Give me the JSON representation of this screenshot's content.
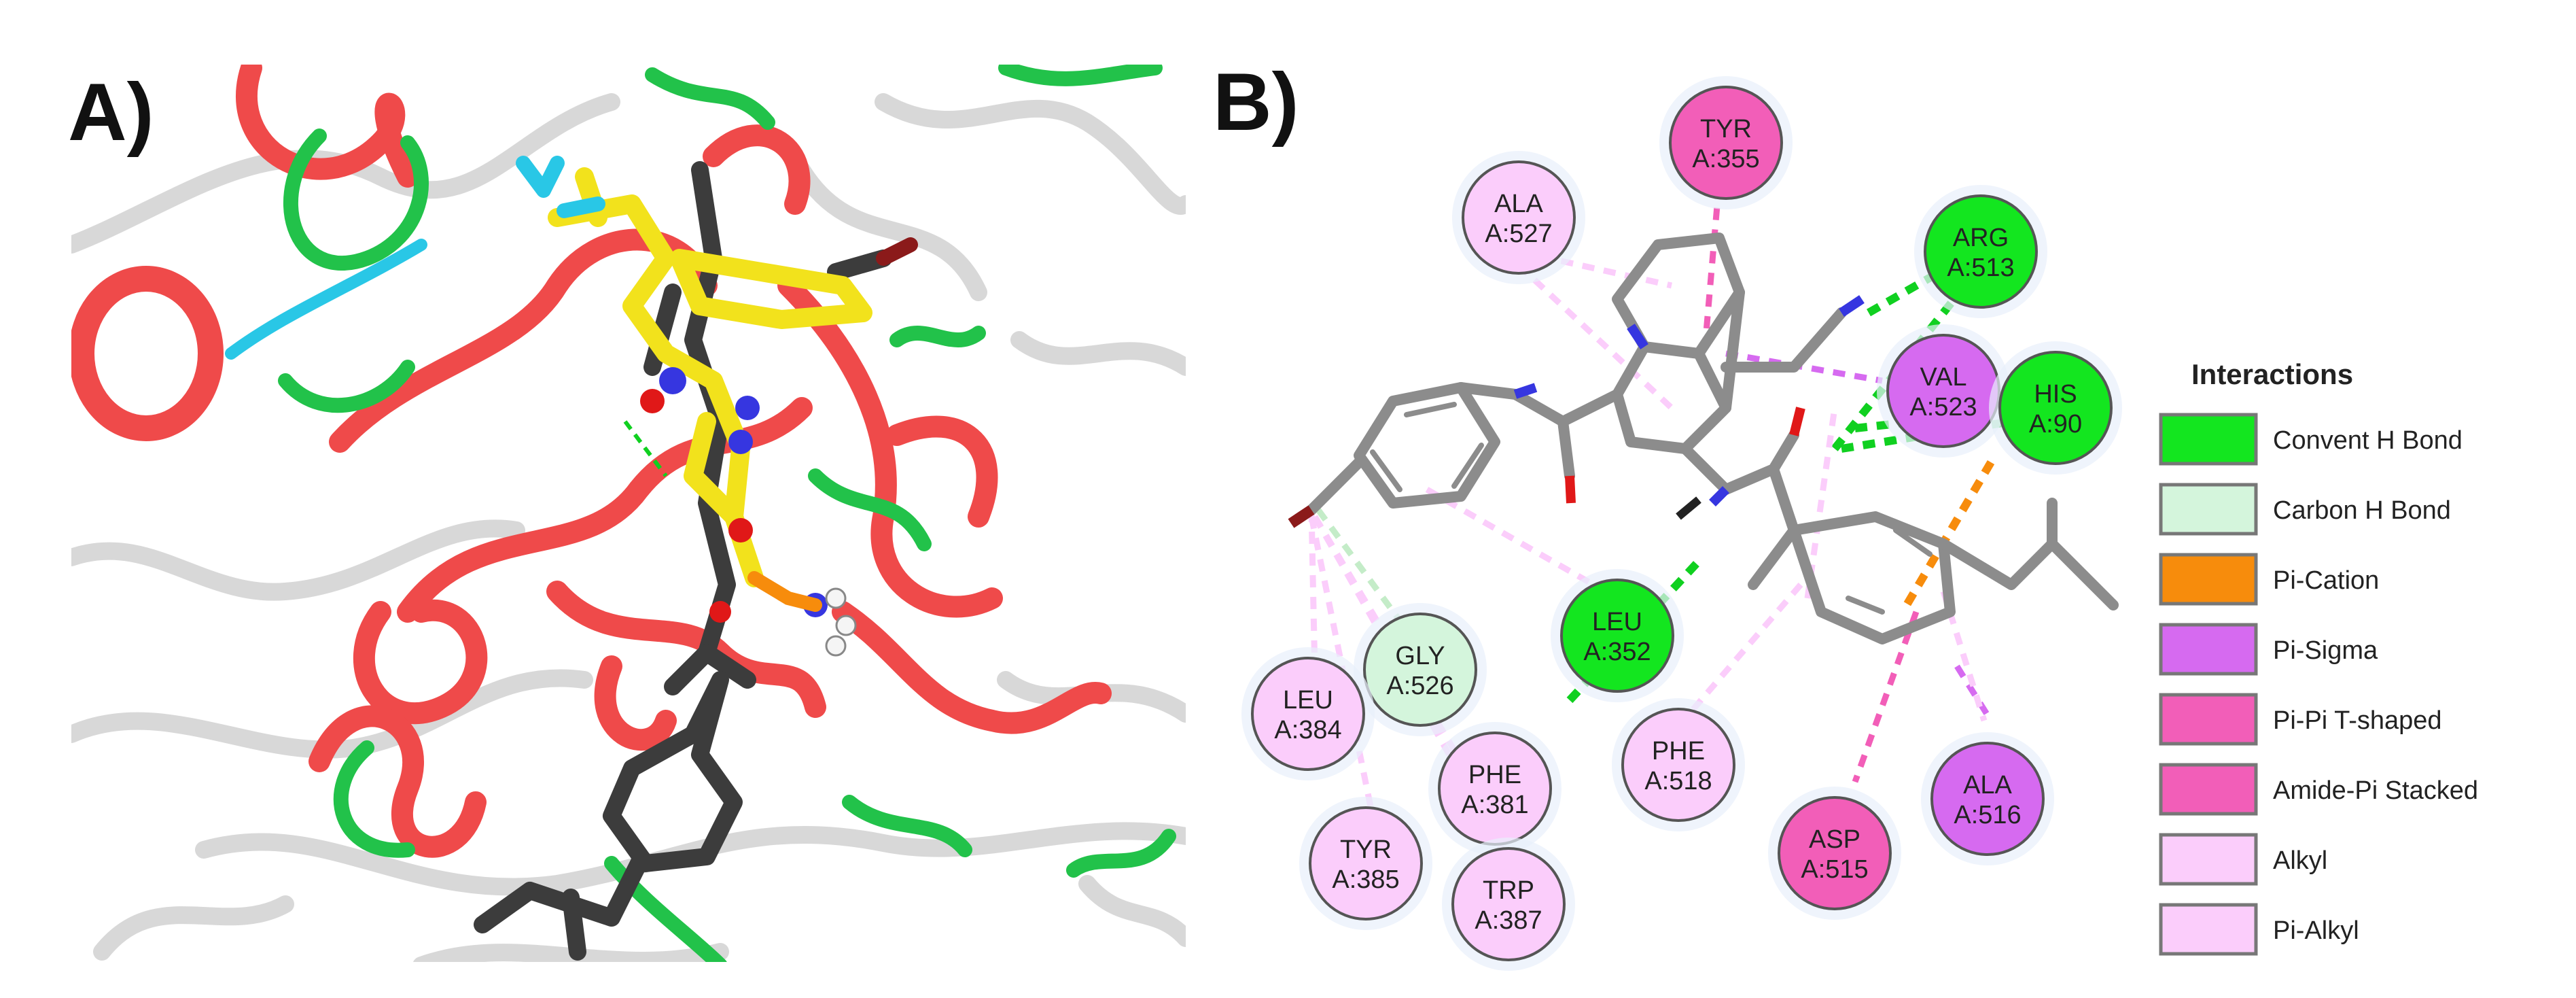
{
  "panels": {
    "a_label": "A)",
    "b_label": "B)"
  },
  "colors": {
    "helix": "#ef4a4a",
    "turn": "#22c24a",
    "coil": "#dcdcdc",
    "ligand_yellow": "#f2e21c",
    "ligand_dark": "#3c3c3c",
    "nitrogen": "#3636e0",
    "oxygen": "#e01818",
    "fluorine": "#29c7e6",
    "bond_gray": "#8c8c8c",
    "h_bond": "#10d020"
  },
  "residues": [
    {
      "name": "TYR",
      "id": "A:355",
      "type": "pi_pi"
    },
    {
      "name": "ALA",
      "id": "A:527",
      "type": "alkyl"
    },
    {
      "name": "ARG",
      "id": "A:513",
      "type": "conv_h"
    },
    {
      "name": "VAL",
      "id": "A:523",
      "type": "pi_sigma"
    },
    {
      "name": "HIS",
      "id": "A:90",
      "type": "conv_h"
    },
    {
      "name": "LEU",
      "id": "A:352",
      "type": "conv_h"
    },
    {
      "name": "GLY",
      "id": "A:526",
      "type": "carbon_h"
    },
    {
      "name": "LEU",
      "id": "A:384",
      "type": "alkyl"
    },
    {
      "name": "PHE",
      "id": "A:381",
      "type": "alkyl"
    },
    {
      "name": "TYR",
      "id": "A:385",
      "type": "alkyl"
    },
    {
      "name": "TRP",
      "id": "A:387",
      "type": "alkyl"
    },
    {
      "name": "PHE",
      "id": "A:518",
      "type": "alkyl"
    },
    {
      "name": "ASP",
      "id": "A:515",
      "type": "pi_pi"
    },
    {
      "name": "ALA",
      "id": "A:516",
      "type": "pi_sigma"
    }
  ],
  "legend": {
    "title": "Interactions",
    "items": [
      {
        "label": "Convent H Bond",
        "color": "#13e61f"
      },
      {
        "label": "Carbon H Bond",
        "color": "#d4f5dc"
      },
      {
        "label": "Pi-Cation",
        "color": "#f78c0c"
      },
      {
        "label": "Pi-Sigma",
        "color": "#d66af0"
      },
      {
        "label": "Pi-Pi T-shaped",
        "color": "#f25eb8"
      },
      {
        "label": "Amide-Pi Stacked",
        "color": "#f25eb8"
      },
      {
        "label": "Alkyl",
        "color": "#fbcdfb"
      },
      {
        "label": "Pi-Alkyl",
        "color": "#fbcdfb"
      }
    ]
  }
}
